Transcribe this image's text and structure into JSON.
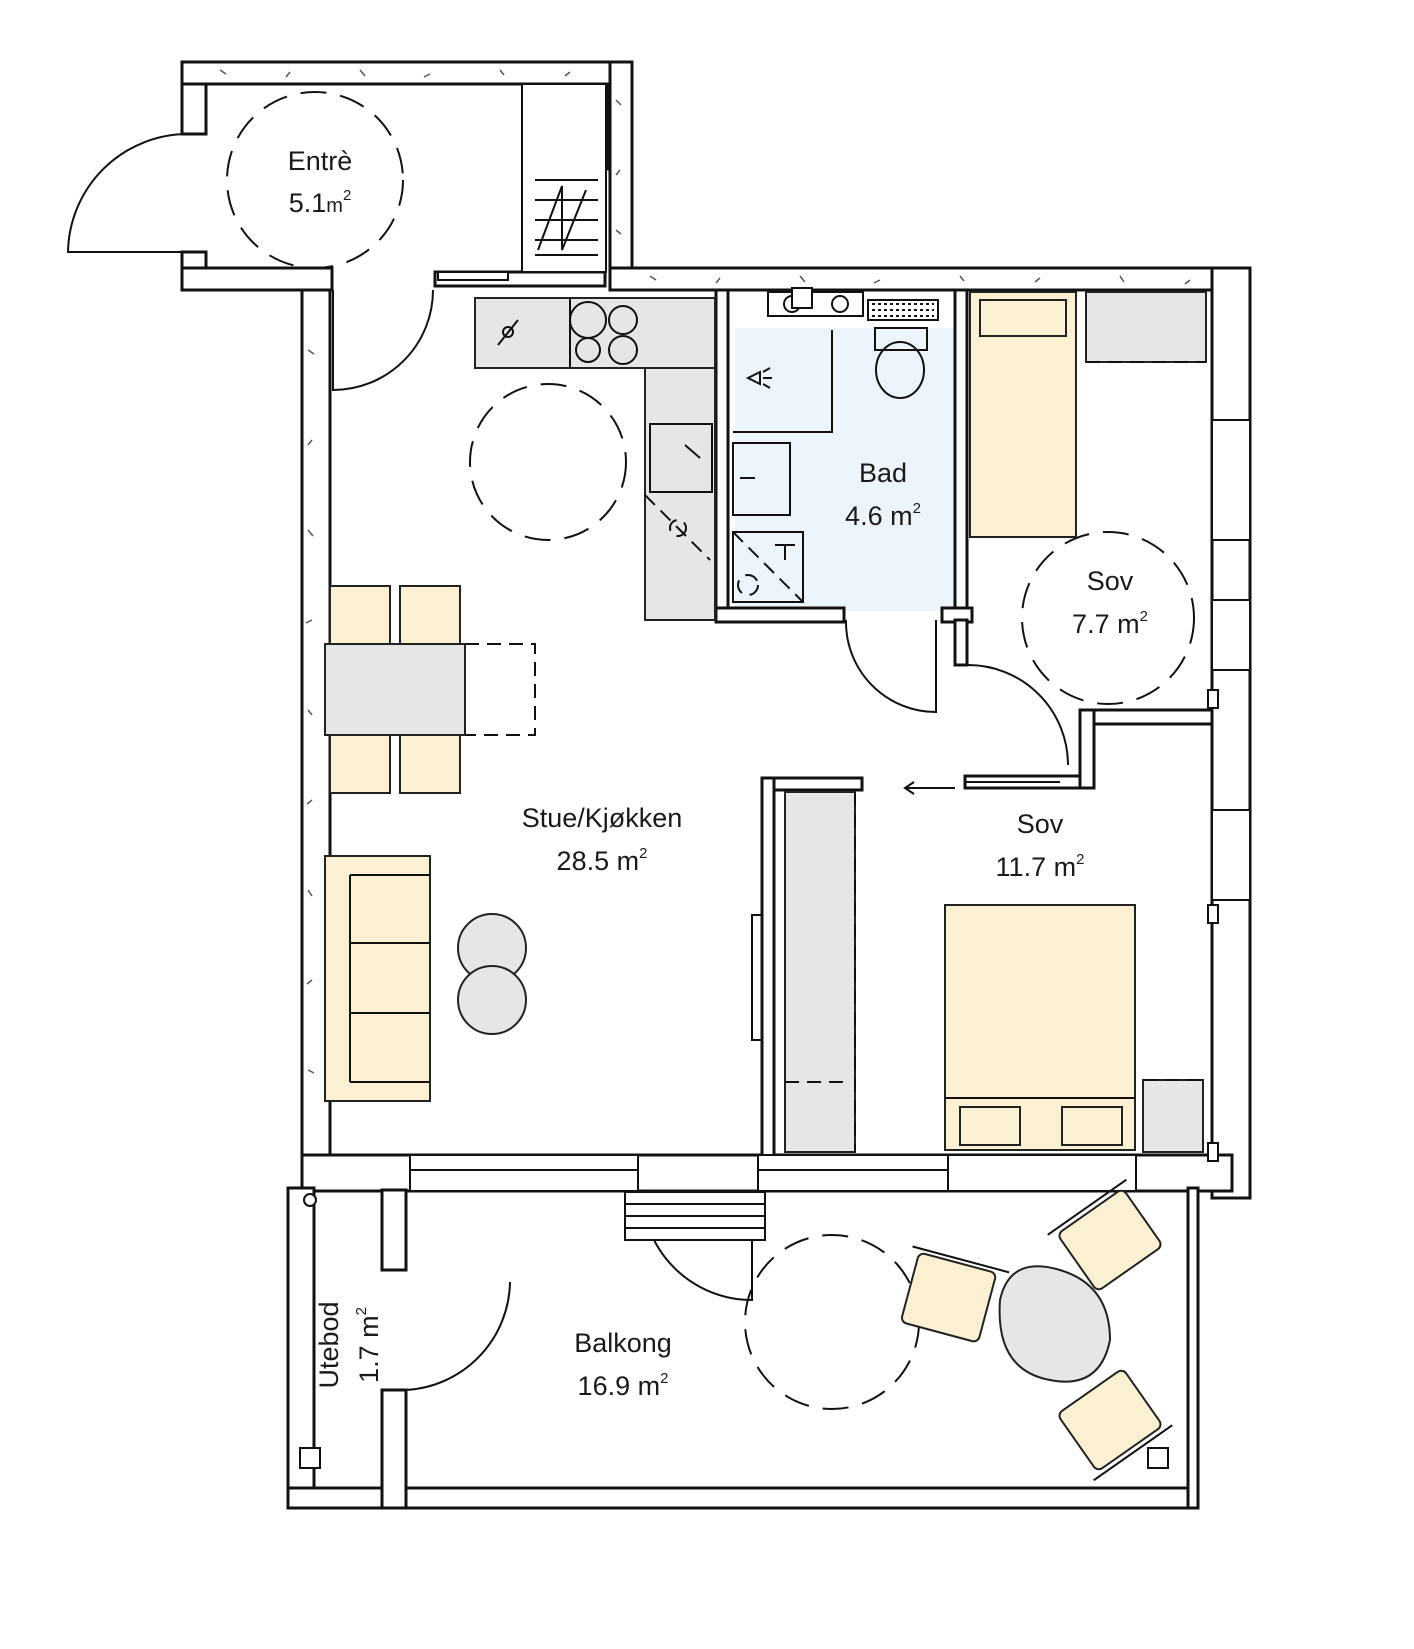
{
  "plan": {
    "colors": {
      "wall": "#111111",
      "furniture": "#fcf0d2",
      "fixture_grey": "#e6e6e6",
      "bathroom_fill": "#edf5fc",
      "background": "#ffffff"
    },
    "rooms": [
      {
        "id": "entre",
        "name": "Entrè",
        "area": "5.1",
        "unit": "m",
        "sup": "2"
      },
      {
        "id": "bad",
        "name": "Bad",
        "area": "4.6",
        "unit": " m",
        "sup": "2"
      },
      {
        "id": "sov1",
        "name": "Sov",
        "area": "7.7",
        "unit": " m",
        "sup": "2"
      },
      {
        "id": "stue",
        "name": "Stue/Kjøkken",
        "area": "28.5",
        "unit": " m",
        "sup": "2"
      },
      {
        "id": "sov2",
        "name": "Sov",
        "area": "11.7",
        "unit": " m",
        "sup": "2"
      },
      {
        "id": "balkong",
        "name": "Balkong",
        "area": "16.9",
        "unit": " m",
        "sup": "2"
      },
      {
        "id": "utebod",
        "name": "Utebod",
        "area": "1.7",
        "unit": " m",
        "sup": "2"
      }
    ]
  }
}
